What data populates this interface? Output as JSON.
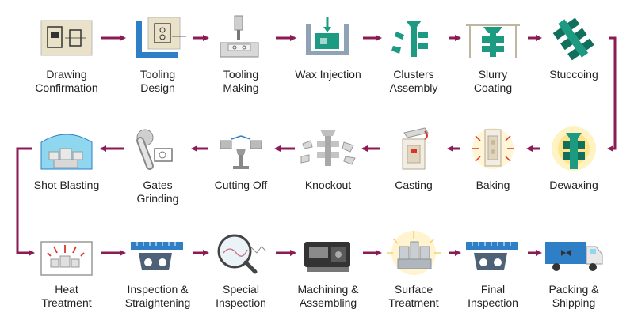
{
  "diagram": {
    "colors": {
      "arrow": "#8b1a55",
      "teal": "#1d9b82",
      "teal_dark": "#11705d",
      "steel": "#8fa3b5",
      "steel_dark": "#4d6277",
      "blue": "#2f7fc7",
      "cyan_light": "#8fd6ef",
      "frame": "#e9e1c8",
      "spark": "#d9362b",
      "dark": "#333333"
    },
    "rows": [
      {
        "direction": "left-to-right",
        "steps": [
          {
            "label": "Drawing\nConfirmation",
            "icon": "drawing-icon"
          },
          {
            "label": "Tooling\nDesign",
            "icon": "tooling-design-icon"
          },
          {
            "label": "Tooling\nMaking",
            "icon": "tooling-making-icon"
          },
          {
            "label": "Wax Injection",
            "icon": "wax-injection-icon"
          },
          {
            "label": "Clusters\nAssembly",
            "icon": "clusters-assembly-icon"
          },
          {
            "label": "Slurry\nCoating",
            "icon": "slurry-coating-icon"
          },
          {
            "label": "Stuccoing",
            "icon": "stuccoing-icon"
          }
        ]
      },
      {
        "direction": "right-to-left",
        "steps": [
          {
            "label": "Dewaxing",
            "icon": "dewaxing-icon"
          },
          {
            "label": "Baking",
            "icon": "baking-icon"
          },
          {
            "label": "Casting",
            "icon": "casting-icon"
          },
          {
            "label": "Knockout",
            "icon": "knockout-icon"
          },
          {
            "label": "Cutting Off",
            "icon": "cutting-off-icon"
          },
          {
            "label": "Gates\nGrinding",
            "icon": "gates-grinding-icon"
          },
          {
            "label": "Shot Blasting",
            "icon": "shot-blasting-icon"
          }
        ]
      },
      {
        "direction": "left-to-right",
        "steps": [
          {
            "label": "Heat\nTreatment",
            "icon": "heat-treatment-icon"
          },
          {
            "label": "Inspection &\nStraightening",
            "icon": "inspection-straightening-icon"
          },
          {
            "label": "Special\nInspection",
            "icon": "special-inspection-icon"
          },
          {
            "label": "Machining &\nAssembling",
            "icon": "machining-icon"
          },
          {
            "label": "Surface\nTreatment",
            "icon": "surface-treatment-icon"
          },
          {
            "label": "Final\nInspection",
            "icon": "final-inspection-icon"
          },
          {
            "label": "Packing &\nShipping",
            "icon": "shipping-truck-icon"
          }
        ]
      }
    ]
  }
}
